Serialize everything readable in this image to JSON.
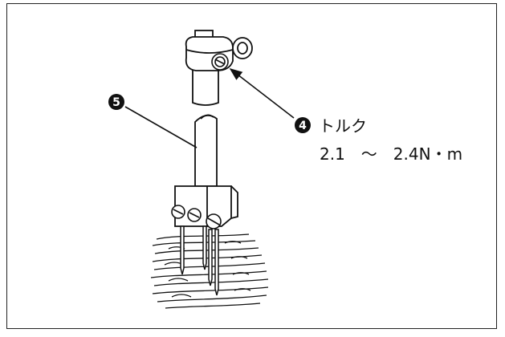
{
  "callouts": {
    "four": {
      "badge": "4",
      "label": "トルク",
      "value": "2.1　～　2.4N・m"
    },
    "five": {
      "badge": "5"
    }
  },
  "colors": {
    "ink": "#111111",
    "paper": "#ffffff"
  }
}
